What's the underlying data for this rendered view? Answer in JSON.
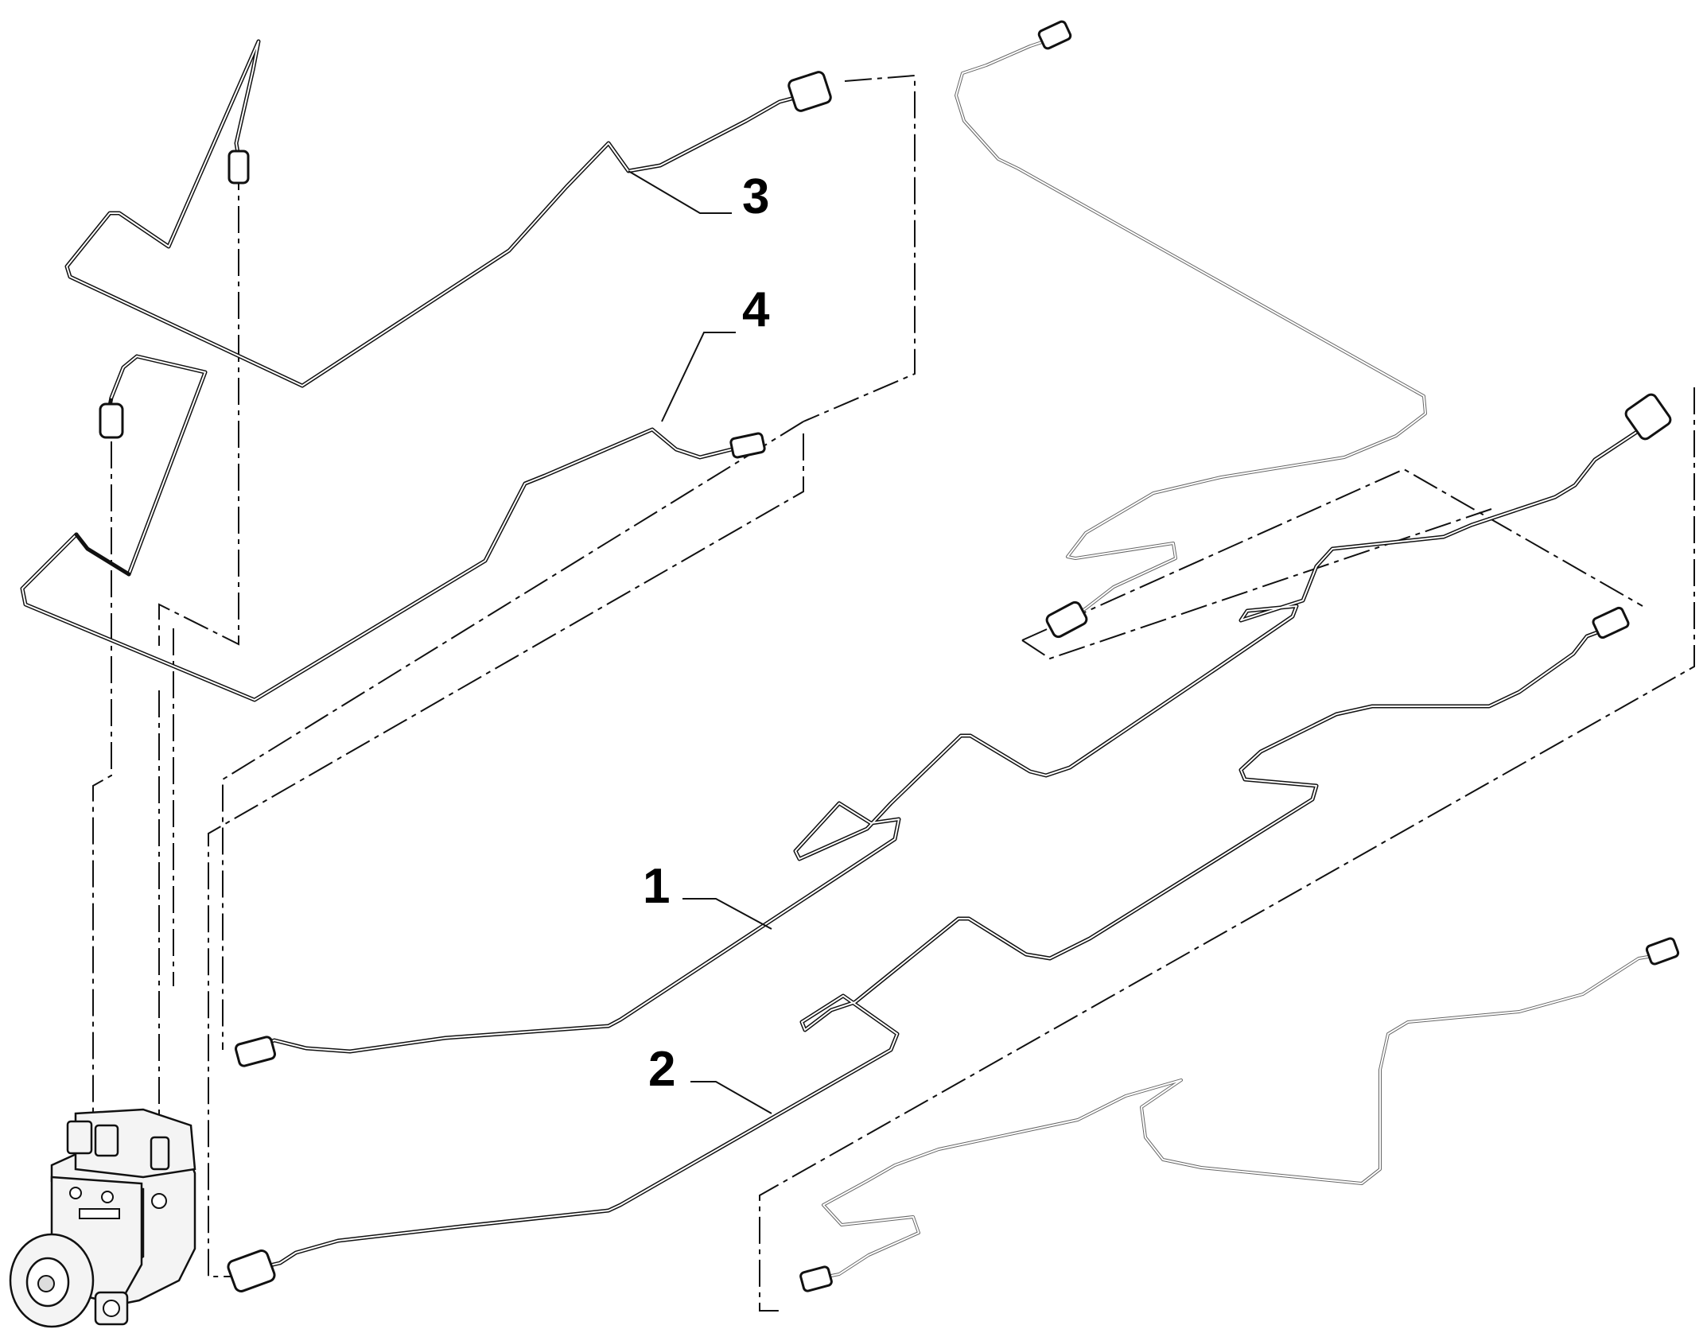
{
  "callouts": [
    {
      "id": "1",
      "label": "1"
    },
    {
      "id": "2",
      "label": "2"
    },
    {
      "id": "3",
      "label": "3"
    },
    {
      "id": "4",
      "label": "4"
    }
  ],
  "icons": {
    "abs_unit": "abs-hydraulic-unit-icon",
    "fitting": "brake-pipe-fitting-icon"
  }
}
